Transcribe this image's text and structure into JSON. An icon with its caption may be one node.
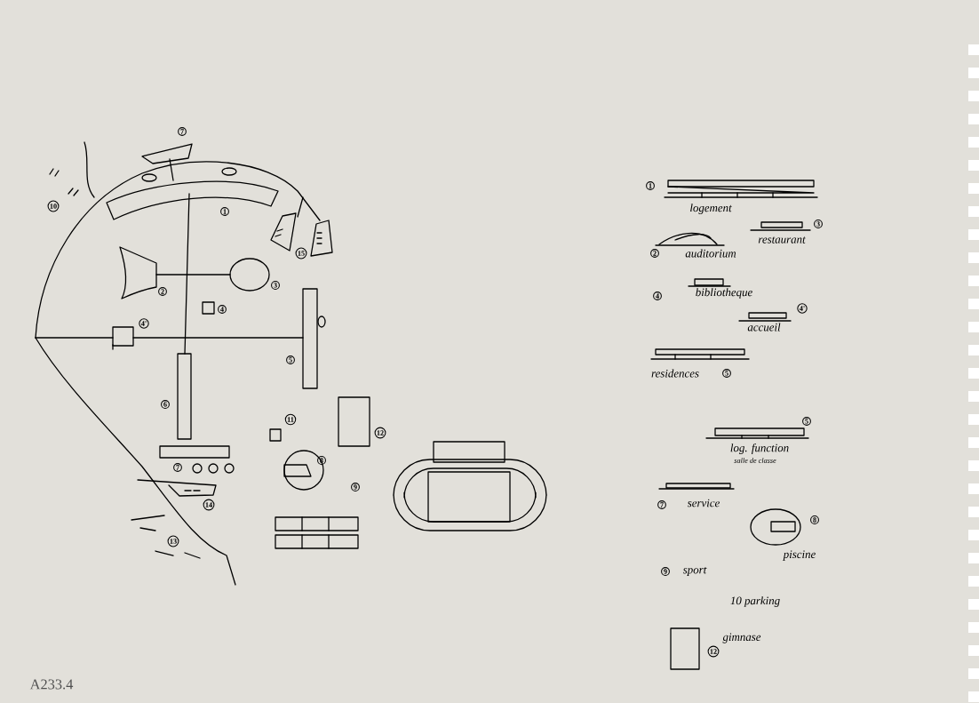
{
  "diagram": {
    "labels": [
      "7",
      "10",
      "1",
      "15",
      "2",
      "3",
      "4'",
      "4",
      "5",
      "6",
      "11",
      "12",
      "8",
      "7",
      "9",
      "14",
      "13",
      "1",
      "logement",
      "3",
      "restaurant",
      "2",
      "auditorium",
      "4",
      "bibliotheque",
      "4'",
      "accueil",
      "residences",
      "5",
      "5",
      "log. function",
      "salle de classe",
      "7",
      "service",
      "8",
      "piscine",
      "9",
      "sport",
      "10 parking",
      "gimnase",
      "12",
      "A233.4"
    ]
  }
}
